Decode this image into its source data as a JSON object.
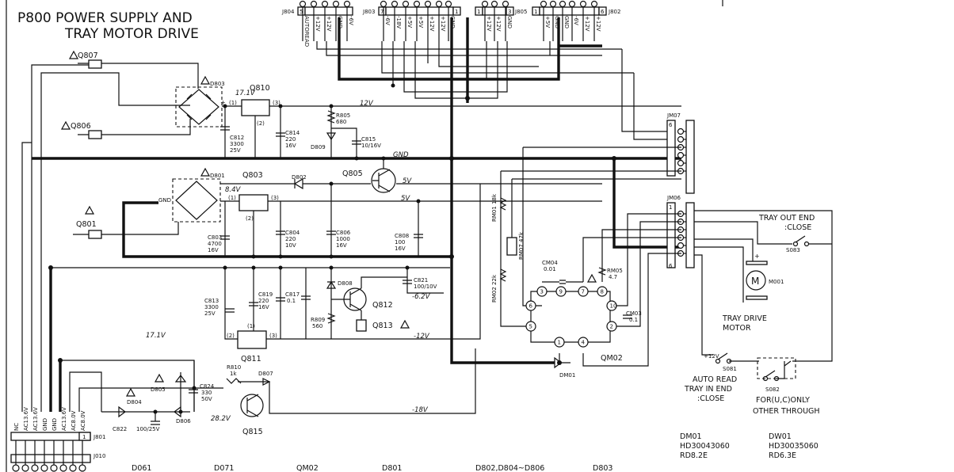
{
  "title_line1": "P800 POWER SUPPLY AND",
  "title_line2": "TRAY MOTOR DRIVE",
  "connectors": {
    "j804": "J804",
    "j803": "J803",
    "j805": "J805",
    "j802": "J802",
    "jm07": "JM07",
    "jm06": "JM06",
    "j801": "J801",
    "j010": "J010",
    "pin_5": "5",
    "pin_7": "7",
    "pin_1": "1",
    "pin_3": "3",
    "pin_6": "6"
  },
  "header_pins": [
    "AUTOREAD",
    "+12V",
    "+12V",
    "GND",
    "-6V",
    "-6V",
    "-18V",
    "+5V",
    "+5V",
    "+12V",
    "+12V",
    "GND",
    "+12V",
    "+12V",
    "GND",
    "+5V",
    "GND",
    "GND",
    "-6V",
    "+12V",
    "+12V"
  ],
  "bottom_pins": [
    "NC",
    "AC13.6V",
    "AC13.6V",
    "GND",
    "GND",
    "AC13.6V",
    "AC8.0V",
    "AC8.0V"
  ],
  "components": {
    "q807": "Q807",
    "q806": "Q806",
    "q801": "Q801",
    "d803": "D803",
    "d801": "D801",
    "q810": "Q810",
    "q810_p1": "(1)",
    "q810_p2": "(2)",
    "q810_p3": "(3)",
    "c812": [
      "C812",
      "3300",
      "25V"
    ],
    "c814": [
      "C814",
      "220",
      "16V"
    ],
    "r805": [
      "R805",
      "680"
    ],
    "d809": "D809",
    "c815": [
      "C815",
      "10/16V"
    ],
    "q805": "Q805",
    "d802": "D802",
    "q803": "Q803",
    "q803_p1": "(1)",
    "q803_p2": "(2)",
    "q803_p3": "(3)",
    "c803": [
      "C803",
      "4700",
      "16V"
    ],
    "c804": [
      "C804",
      "220",
      "10V"
    ],
    "c806": [
      "C806",
      "1000",
      "16V"
    ],
    "c808": [
      "C808",
      "100",
      "16V"
    ],
    "d808": "D808",
    "c821": [
      "C821",
      "100/10V"
    ],
    "q812": "Q812",
    "r809": [
      "R809",
      "560"
    ],
    "q813": "Q813",
    "c813": [
      "C813",
      "3300",
      "25V"
    ],
    "c819": [
      "C819",
      "220",
      "16V"
    ],
    "c817": [
      "C817",
      "0.1"
    ],
    "q811": "Q811",
    "q811_p1": "(1)",
    "q811_p2": "(2)",
    "q811_p3": "(3)",
    "r810": [
      "R810",
      "1k"
    ],
    "d807": "D807",
    "c824": [
      "C824",
      "330",
      "50V"
    ],
    "d805": "D805",
    "d804": "D804",
    "d806": "D806",
    "c822": "C822",
    "c822_val": "100/25V",
    "q815": "Q815",
    "gnd_mark": "GND",
    "rm01": "RM01 18k",
    "rm07": "RM07 47k",
    "rm02": "RM02 22k",
    "cm04": [
      "CM04",
      "0.01"
    ],
    "rm05": [
      "RM05",
      "4.7"
    ],
    "cm03": [
      "CM03",
      "0.1"
    ],
    "qm02": "QM02",
    "dm01": "DM01",
    "m001": "M001",
    "s083": "S083",
    "s081": "S081",
    "s082": "S082",
    "ic_pins": [
      "3",
      "9",
      "7",
      "8",
      "6",
      "5",
      "10",
      "2",
      "1",
      "4"
    ]
  },
  "voltages": {
    "v17_1a": "17.1V",
    "v12": "12V",
    "gnd": "GND",
    "v5": "5V",
    "v8_4": "8.4V",
    "v5b": "5V",
    "v_6_2": "-6.2V",
    "v_12": "-12V",
    "v17_1b": "17.1V",
    "v_18": "-18V",
    "v28_2": "28.2V"
  },
  "annotations": {
    "tray_out": "TRAY OUT END",
    "close1": ":CLOSE",
    "tray_drive": "TRAY DRIVE",
    "motor": "MOTOR",
    "plus12v": "+12V",
    "auto_read": "AUTO READ",
    "tray_in": "TRAY IN END",
    "close2": ":CLOSE",
    "for_uc": "FOR(U,C)ONLY",
    "other": "OTHER THROUGH"
  },
  "parts_table": {
    "dm01_l": "DM01",
    "dm01_pn": "HD30043060",
    "dm01_rd": "RD8.2E",
    "dw01_l": "DW01",
    "dw01_pn": "HD30035060",
    "dw01_rd": "RD6.3E"
  },
  "footer_labels": [
    "D061",
    "D071",
    "QM02",
    "D801",
    "D802,D804~D806",
    "D803"
  ]
}
